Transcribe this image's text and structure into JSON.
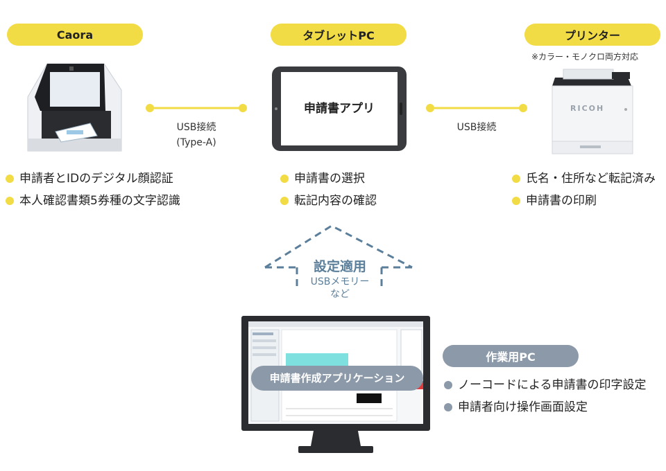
{
  "devices": {
    "caora": {
      "label": "Caora",
      "features": [
        "申請者とIDのデジタル顔認証",
        "本人確認書類5券種の文字認識"
      ]
    },
    "tablet": {
      "label": "タブレットPC",
      "screen_text": "申請書アプリ",
      "features": [
        "申請書の選択",
        "転記内容の確認"
      ]
    },
    "printer": {
      "label": "プリンター",
      "note": "※カラー・モノクロ両方対応",
      "brand": "RICOH",
      "features": [
        "氏名・住所など転記済み",
        "申請書の印刷"
      ]
    }
  },
  "connections": {
    "caora_tablet": [
      "USB接続",
      "(Type-A)"
    ],
    "tablet_printer": "USB接続"
  },
  "settings": {
    "title": "設定適用",
    "sub": [
      "USBメモリー",
      "など"
    ]
  },
  "work_pc": {
    "label": "作業用PC",
    "app_label": "申請書作成アプリケーション",
    "features": [
      "ノーコードによる申請書の印字設定",
      "申請者向け操作画面設定"
    ]
  },
  "colors": {
    "accent": "#f2dc45",
    "gray": "#8b99a9",
    "dashed": "#5b7f9b"
  }
}
